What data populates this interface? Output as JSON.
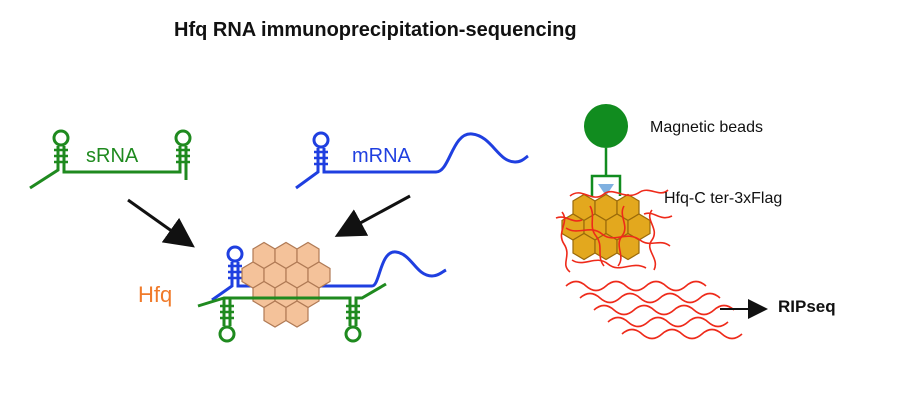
{
  "title": "Hfq RNA immunoprecipitation-sequencing",
  "labels": {
    "srna": "sRNA",
    "mrna": "mRNA",
    "hfq": "Hfq",
    "magnetic_beads": "Magnetic beads",
    "flag_tag": "Hfq-C ter-3xFlag",
    "output": "RIPseq"
  },
  "colors": {
    "srna": "#1f8a1f",
    "mrna": "#1f3fe0",
    "hfq_label": "#f07a2a",
    "hfq_hex_fill": "#f4c29a",
    "hfq_hex_edge": "#b07a55",
    "bead": "#118c1f",
    "gold_hex_fill": "#e3a81e",
    "gold_hex_edge": "#9a6a0a",
    "rna_fragments": "#ee2a1a",
    "flag_tip": "#7fb0e0",
    "arrow": "#111111"
  }
}
